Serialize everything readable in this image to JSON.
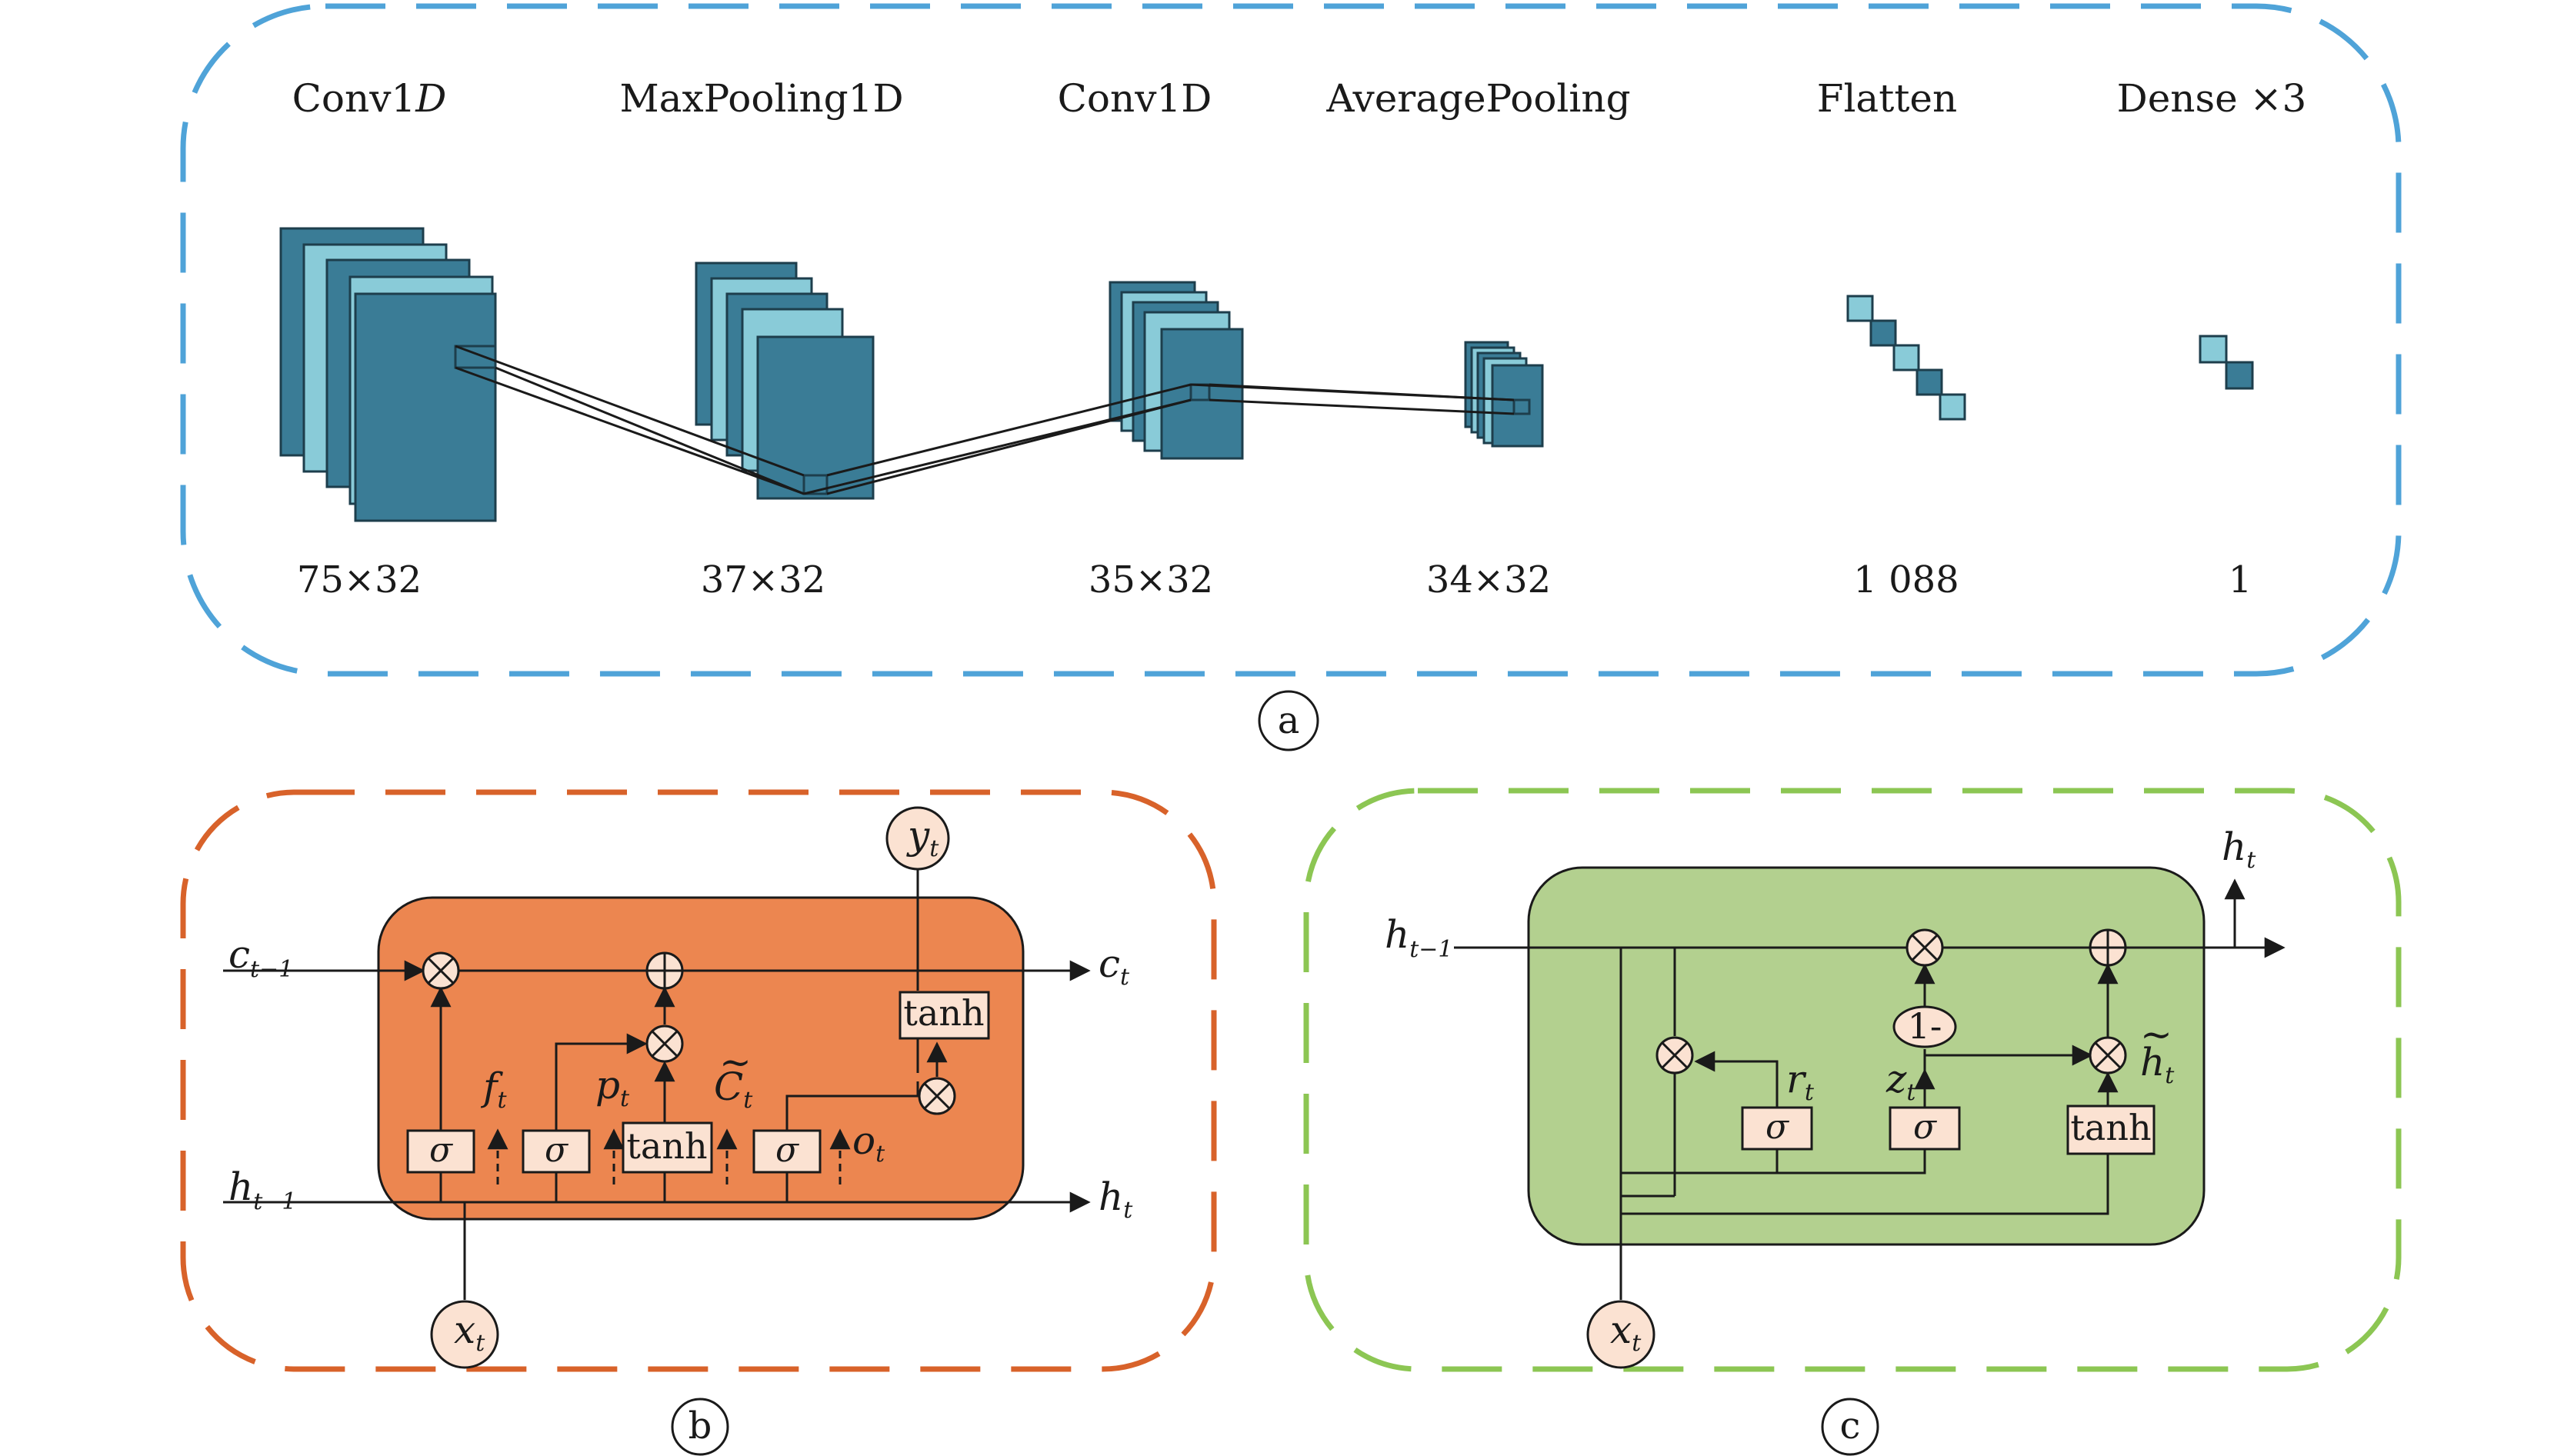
{
  "colors": {
    "panel_a_border": "#4fa3d8",
    "panel_b_border": "#d8622a",
    "panel_c_border": "#8cc653",
    "lstm_fill": "#ec8650",
    "gru_fill": "#b3d08f",
    "gate_box_fill": "#fbe2d2",
    "teal_dark": "#3a7c96",
    "teal_light": "#89cbd8"
  },
  "panel_a": {
    "caption": "a",
    "layers": [
      {
        "name_prefix": "Conv1",
        "name_italic": "D",
        "shape": "75×32"
      },
      {
        "name_prefix": "MaxPooling1D",
        "name_italic": "",
        "shape": "37×32"
      },
      {
        "name_prefix": "Conv1D",
        "name_italic": "",
        "shape": "35×32"
      },
      {
        "name_prefix": "AveragePooling",
        "name_italic": "",
        "shape": "34×32"
      },
      {
        "name_prefix": "Flatten",
        "name_italic": "",
        "shape": "1 088"
      },
      {
        "name_prefix": "Dense ×3",
        "name_italic": "",
        "shape": "1"
      }
    ]
  },
  "panel_b": {
    "caption": "b",
    "inputs": {
      "c_prev": "c",
      "c_prev_sub": "t−1",
      "h_prev": "h",
      "h_prev_sub": "t−1",
      "x": "x",
      "x_sub": "t"
    },
    "outputs": {
      "c": "c",
      "c_sub": "t",
      "h": "h",
      "h_sub": "t",
      "y": "y",
      "y_sub": "t"
    },
    "gates": [
      "σ",
      "σ",
      "tanh",
      "σ",
      "tanh"
    ],
    "ops": [
      "⊗",
      "⊕",
      "⊗",
      "⊗"
    ],
    "signals": {
      "f": "f",
      "p": "p",
      "C": "C",
      "C_tilde": "~",
      "o": "o",
      "sub": "t"
    }
  },
  "panel_c": {
    "caption": "c",
    "inputs": {
      "h_prev": "h",
      "h_prev_sub": "t−1",
      "x": "x",
      "x_sub": "t"
    },
    "outputs": {
      "h": "h",
      "h_sub": "t"
    },
    "gates": [
      "σ",
      "σ",
      "tanh"
    ],
    "one_minus": "1-",
    "signals": {
      "r": "r",
      "z": "z",
      "h_tilde": "h",
      "tilde": "~",
      "sub": "t"
    },
    "ops": [
      "⊗",
      "⊕",
      "⊗",
      "⊗"
    ]
  }
}
